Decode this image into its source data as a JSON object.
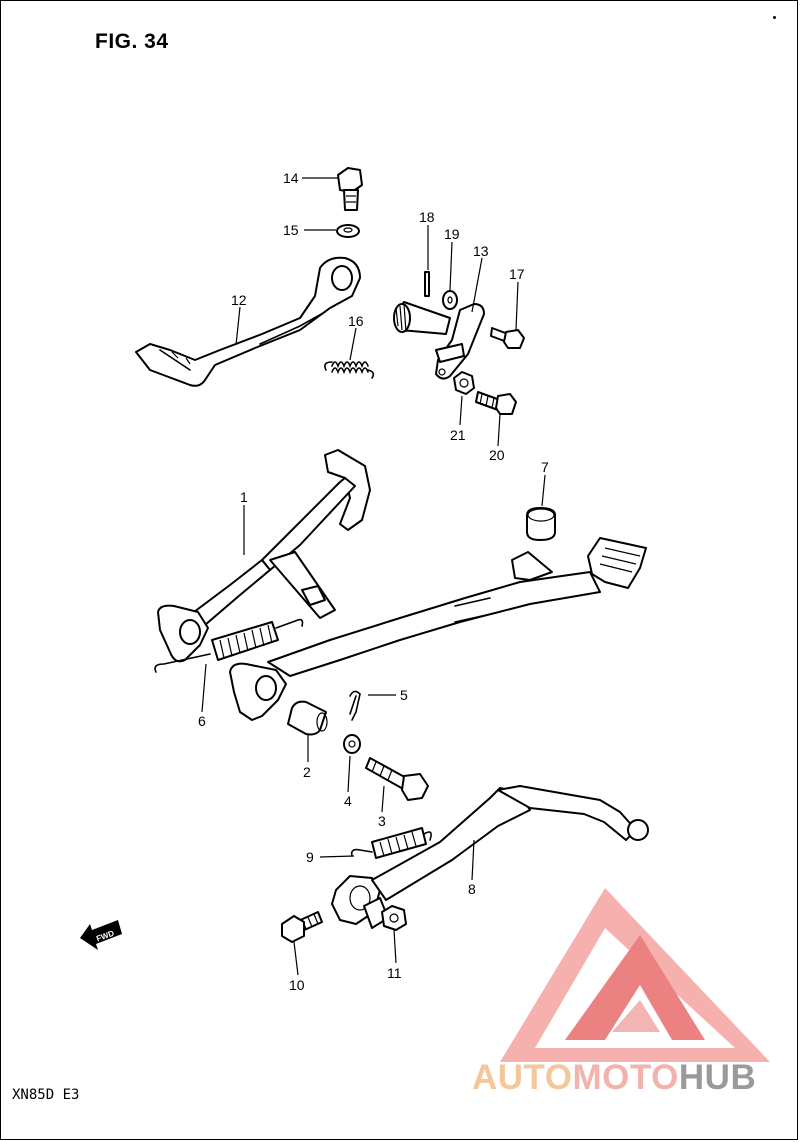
{
  "figure": {
    "title": "FIG. 34",
    "model_code": "XN85D E3"
  },
  "fwd_label": "FWD",
  "brand": {
    "part1": "AUTO",
    "part2": "MOTO",
    "part3": "HUB",
    "color_light": "#f5a3a0",
    "color_dark": "#e96c6c"
  },
  "callouts": [
    "1",
    "2",
    "3",
    "4",
    "5",
    "6",
    "7",
    "8",
    "9",
    "10",
    "11",
    "12",
    "13",
    "14",
    "15",
    "16",
    "17",
    "18",
    "19",
    "20",
    "21"
  ]
}
